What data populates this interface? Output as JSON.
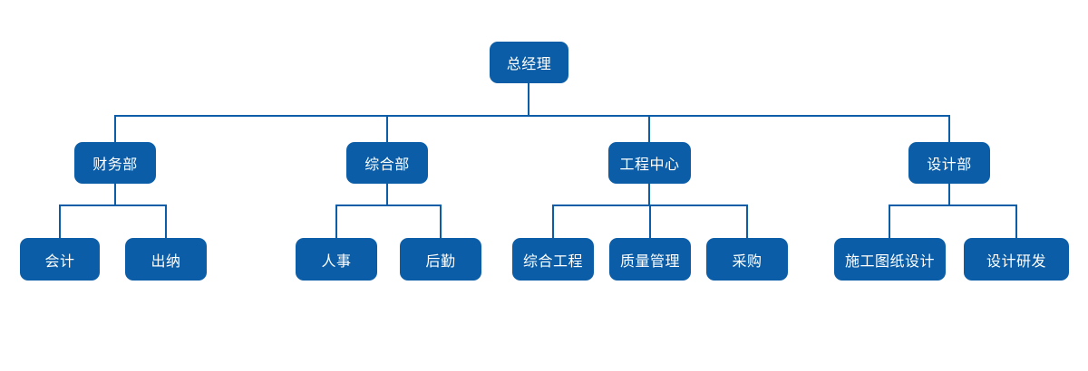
{
  "page": {
    "background_color": "#ffffff"
  },
  "org": {
    "type": "org-chart",
    "colors": {
      "node_bg": "#0a5da6",
      "node_text": "#ffffff",
      "line_color": "#0a5da6",
      "page_bg": "#ffffff"
    },
    "root": {
      "id": "general-manager",
      "label": "总经理"
    },
    "departments": [
      {
        "id": "finance-dept",
        "label": "财务部",
        "children": [
          {
            "id": "accounting",
            "label": "会计"
          },
          {
            "id": "cashier",
            "label": "出纳"
          }
        ]
      },
      {
        "id": "general-affairs-dept",
        "label": "综合部",
        "children": [
          {
            "id": "hr",
            "label": "人事"
          },
          {
            "id": "logistics",
            "label": "后勤"
          }
        ]
      },
      {
        "id": "engineering-center",
        "label": "工程中心",
        "children": [
          {
            "id": "general-engineering",
            "label": "综合工程"
          },
          {
            "id": "quality-management",
            "label": "质量管理"
          },
          {
            "id": "procurement",
            "label": "采购"
          }
        ]
      },
      {
        "id": "design-dept",
        "label": "设计部",
        "children": [
          {
            "id": "construction-drawing-design",
            "label": "施工图纸设计"
          },
          {
            "id": "design-rd",
            "label": "设计研发"
          }
        ]
      }
    ]
  }
}
